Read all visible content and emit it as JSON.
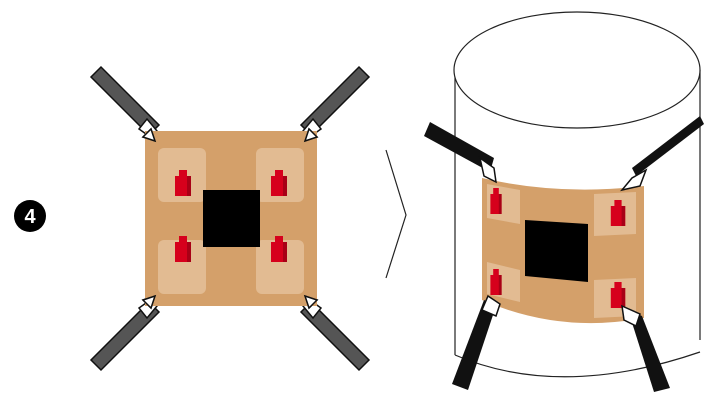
{
  "step": {
    "number": "4"
  },
  "colors": {
    "pad": "#d4a06a",
    "pad_light_zone": "#e2bb92",
    "center_square": "#000000",
    "red_marker": "#d6001c",
    "red_marker_dark": "#a80016",
    "strap": "#555555",
    "strap_outline": "#111111",
    "clip": "#ffffff",
    "cylinder_stroke": "#222222",
    "step_badge": "#000000",
    "step_text": "#ffffff"
  },
  "icons": {
    "left_figure": "flat-pad-with-four-straps",
    "arrow": "chevron-right-icon",
    "right_figure": "pad-wrapped-on-cylinder"
  }
}
